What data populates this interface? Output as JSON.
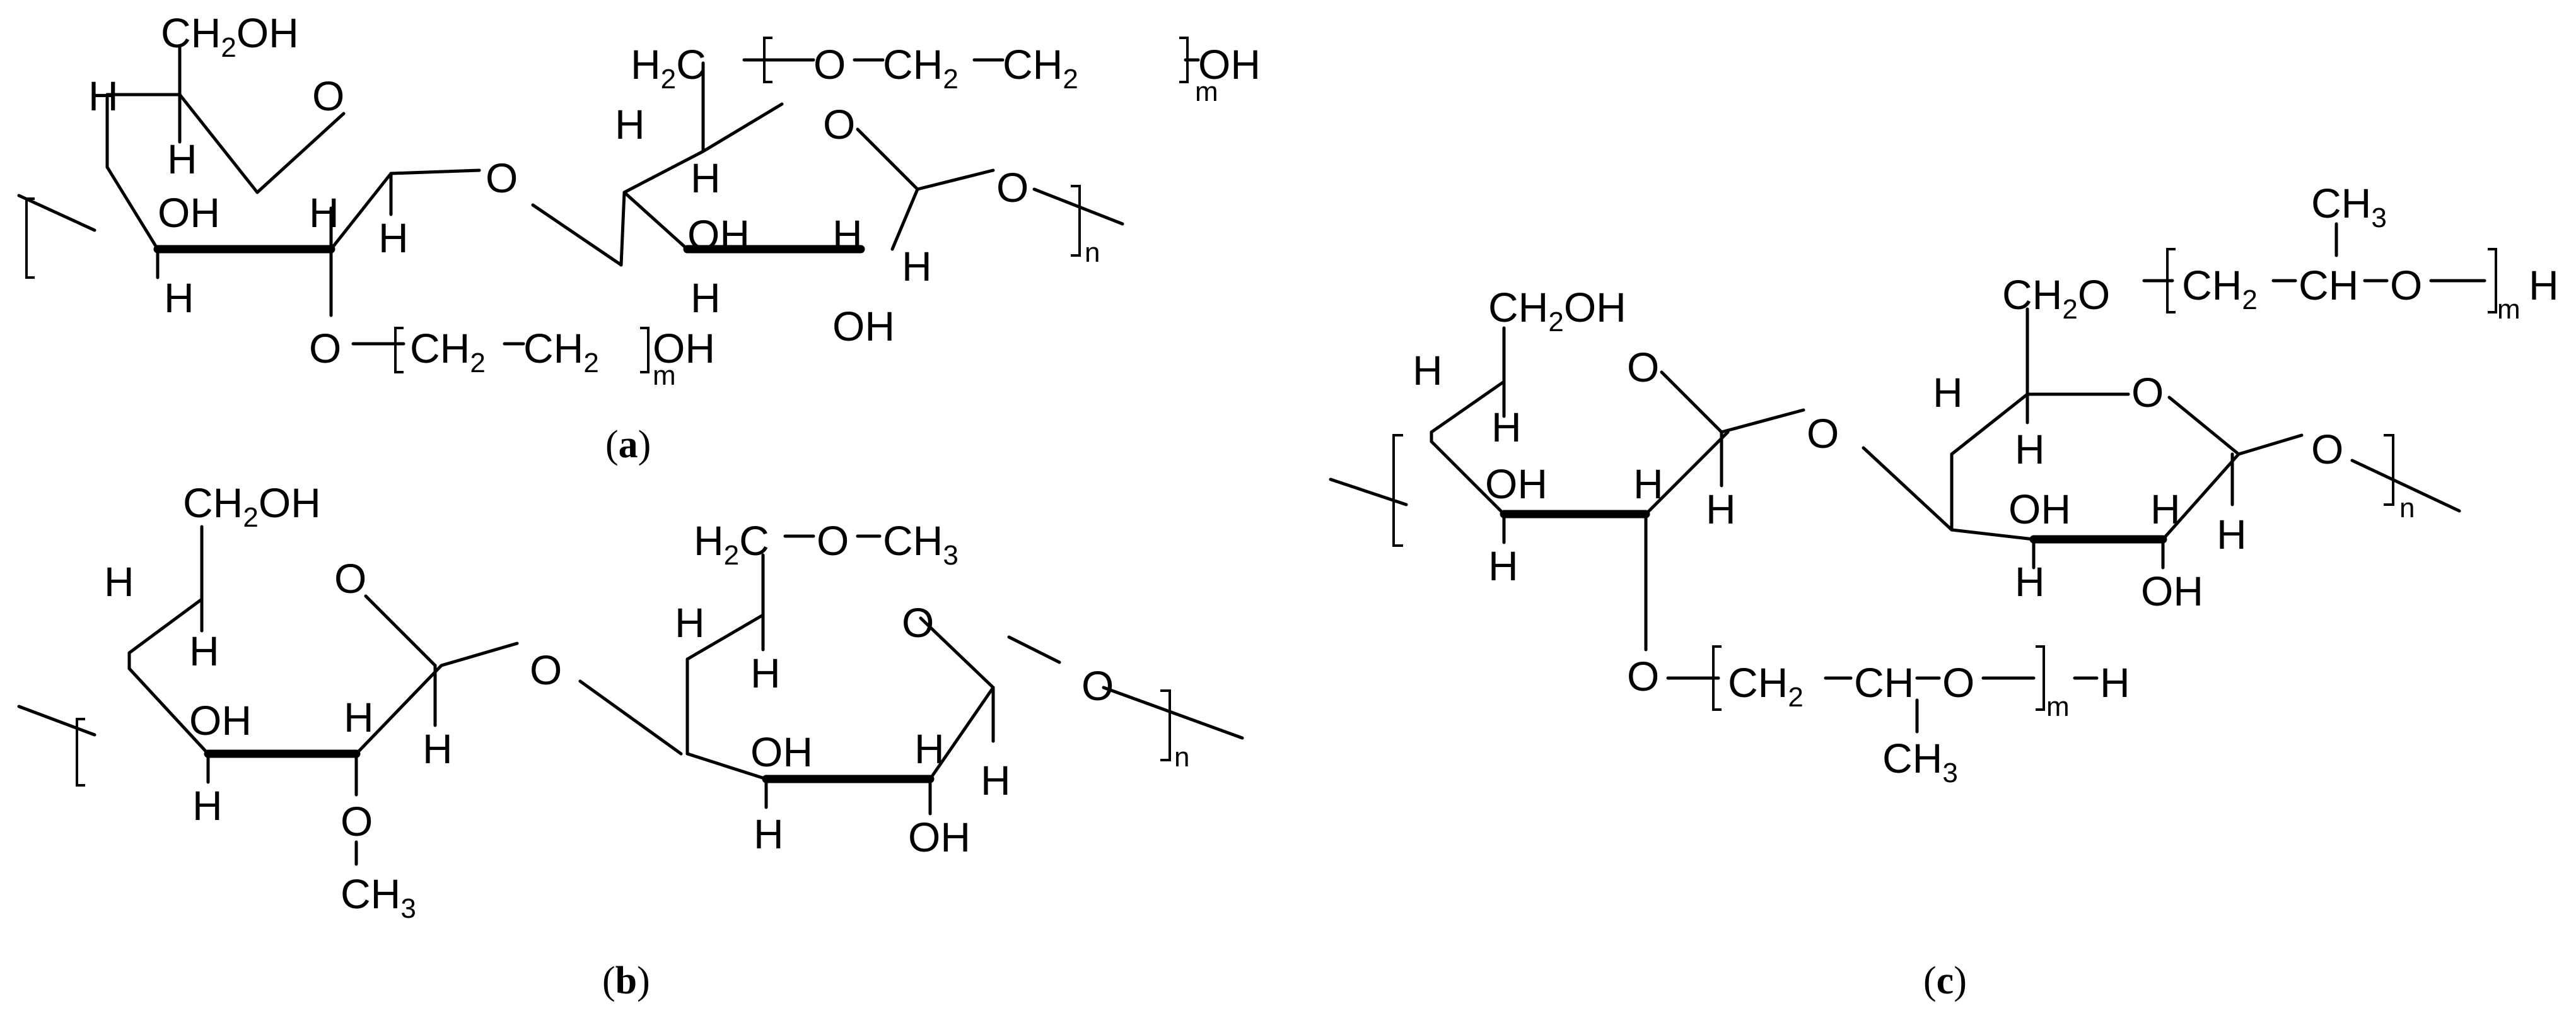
{
  "figure": {
    "panels": [
      {
        "id": "a",
        "caption": {
          "open": "(",
          "letter": "a",
          "close": ")"
        },
        "ring1": {
          "top": "CH2OH",
          "o": "O",
          "h_left": "H",
          "h_in": "H",
          "oh_in": "OH",
          "h_bot": "H",
          "h_c2": "H",
          "h_anom": "H"
        },
        "link_o": "O",
        "ring2": {
          "o": "O",
          "h_left": "H",
          "h_in": "H",
          "oh_in": "OH",
          "h_bot": "H",
          "h_c2": "H",
          "h_anom": "H",
          "oh_bot": "OH",
          "o_end": "O"
        },
        "top_chain": "H2C—[O—CH2—CH2]m—OH",
        "bottom_chain": "O—[CH2—CH2]m—OH",
        "repeat": "n"
      },
      {
        "id": "b",
        "caption": {
          "open": "(",
          "letter": "b",
          "close": ")"
        },
        "ring1": {
          "top": "CH2OH",
          "o": "O",
          "h_left": "H",
          "h_in": "H",
          "oh_in": "OH",
          "h_bot": "H",
          "h_c2": "H",
          "h_anom": "H"
        },
        "link_o": "O",
        "ring2": {
          "o": "O",
          "h_left": "H",
          "h_in": "H",
          "oh_in": "OH",
          "h_bot": "H",
          "h_c2": "H",
          "h_anom": "H",
          "oh_bot": "OH",
          "o_end": "O"
        },
        "top_chain": "H2C—O—CH3",
        "bottom_chain": "O—CH3",
        "repeat": "n"
      },
      {
        "id": "c",
        "caption": {
          "open": "(",
          "letter": "c",
          "close": ")"
        },
        "ring1": {
          "top": "CH2OH",
          "o": "O",
          "h_left": "H",
          "h_in": "H",
          "oh_in": "OH",
          "h_bot": "H",
          "h_c2": "H",
          "h_anom": "H"
        },
        "link_o": "O",
        "ring2": {
          "o": "O",
          "h_left": "H",
          "h_in": "H",
          "oh_in": "OH",
          "h_bot": "H",
          "h_c2": "H",
          "h_anom": "H",
          "oh_bot": "OH",
          "o_end": "O"
        },
        "top_chain": "CH2O—[CH2—CH(CH3)—O]m—H",
        "bottom_chain": "O—[CH2—CH(CH3)—O]m—H",
        "repeat": "n"
      }
    ]
  }
}
